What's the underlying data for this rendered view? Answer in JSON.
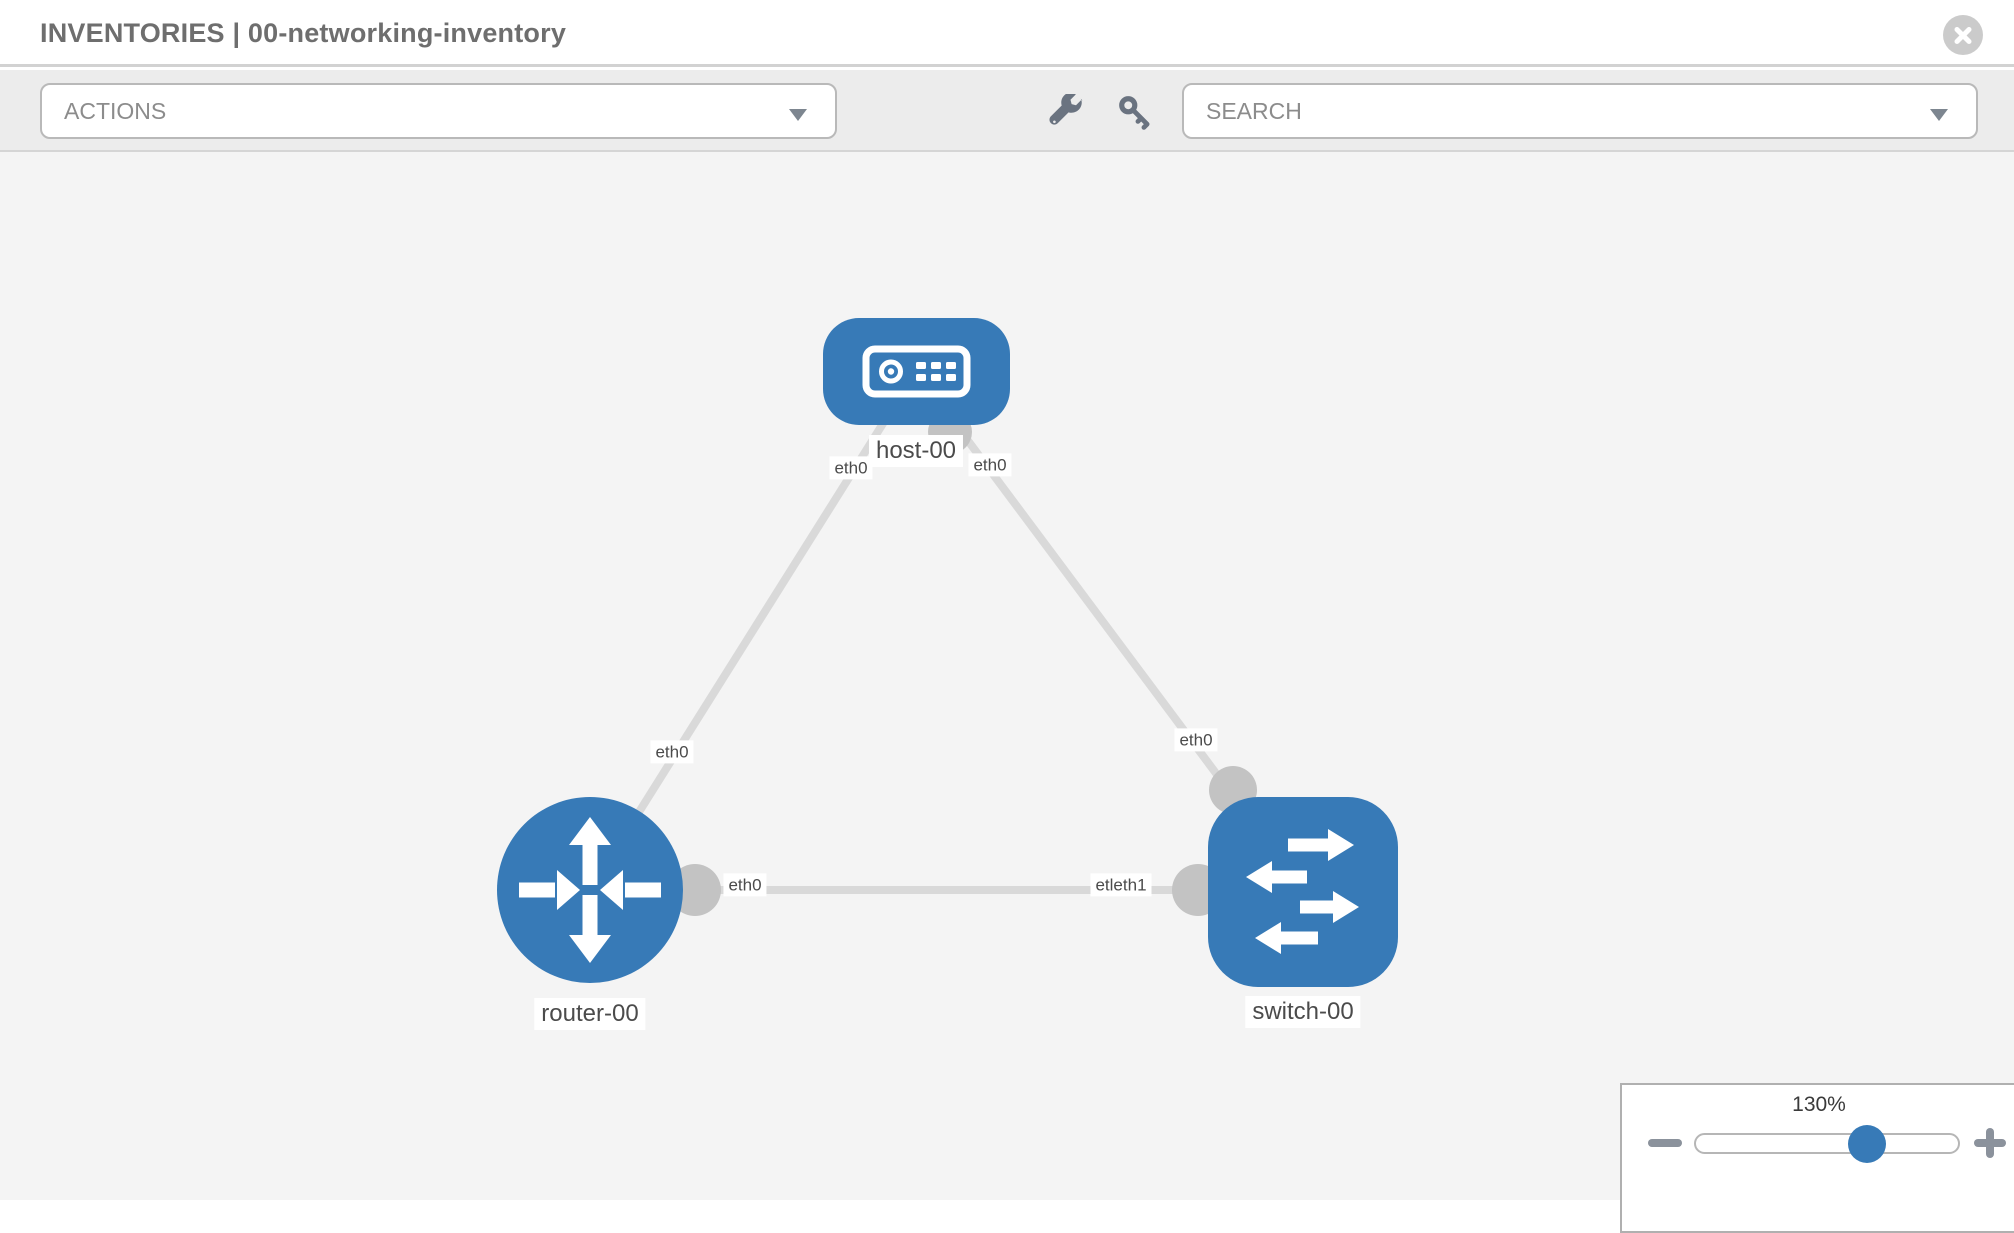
{
  "header": {
    "title": "INVENTORIES | 00-networking-inventory",
    "close_icon": "circle-x"
  },
  "toolbar": {
    "actions_value": "ACTIONS",
    "search_placeholder": "SEARCH",
    "wrench_icon": "wrench",
    "key_icon": "key"
  },
  "topology": {
    "nodes": [
      {
        "label": "host-00",
        "type": "host",
        "shape": "rounded-rect",
        "color": "#377ab7"
      },
      {
        "label": "router-00",
        "type": "router",
        "shape": "circle",
        "color": "#377ab7"
      },
      {
        "label": "switch-00",
        "type": "switch",
        "shape": "rounded-square",
        "color": "#377ab7"
      }
    ],
    "links": [
      {
        "from": "router-00",
        "to": "host-00"
      },
      {
        "from": "switch-00",
        "to": "host-00"
      },
      {
        "from": "router-00",
        "to": "switch-00"
      }
    ],
    "iface_labels": [
      {
        "text": "eth0",
        "at": "host-left"
      },
      {
        "text": "eth0",
        "at": "host-right"
      },
      {
        "text": "eth0",
        "at": "router-uplink"
      },
      {
        "text": "eth0",
        "at": "switch-uplink"
      },
      {
        "text": "eth0",
        "at": "router-right"
      },
      {
        "text": "etleth1",
        "at": "switch-left"
      }
    ],
    "colors": {
      "node_blue": "#377ab7",
      "link_gray": "#d9d9d9",
      "connector_gray": "#c3c3c3",
      "canvas_bg": "#f4f4f4"
    }
  },
  "zoom": {
    "level": "130%",
    "minus_label": "minus",
    "plus_label": "plus"
  }
}
